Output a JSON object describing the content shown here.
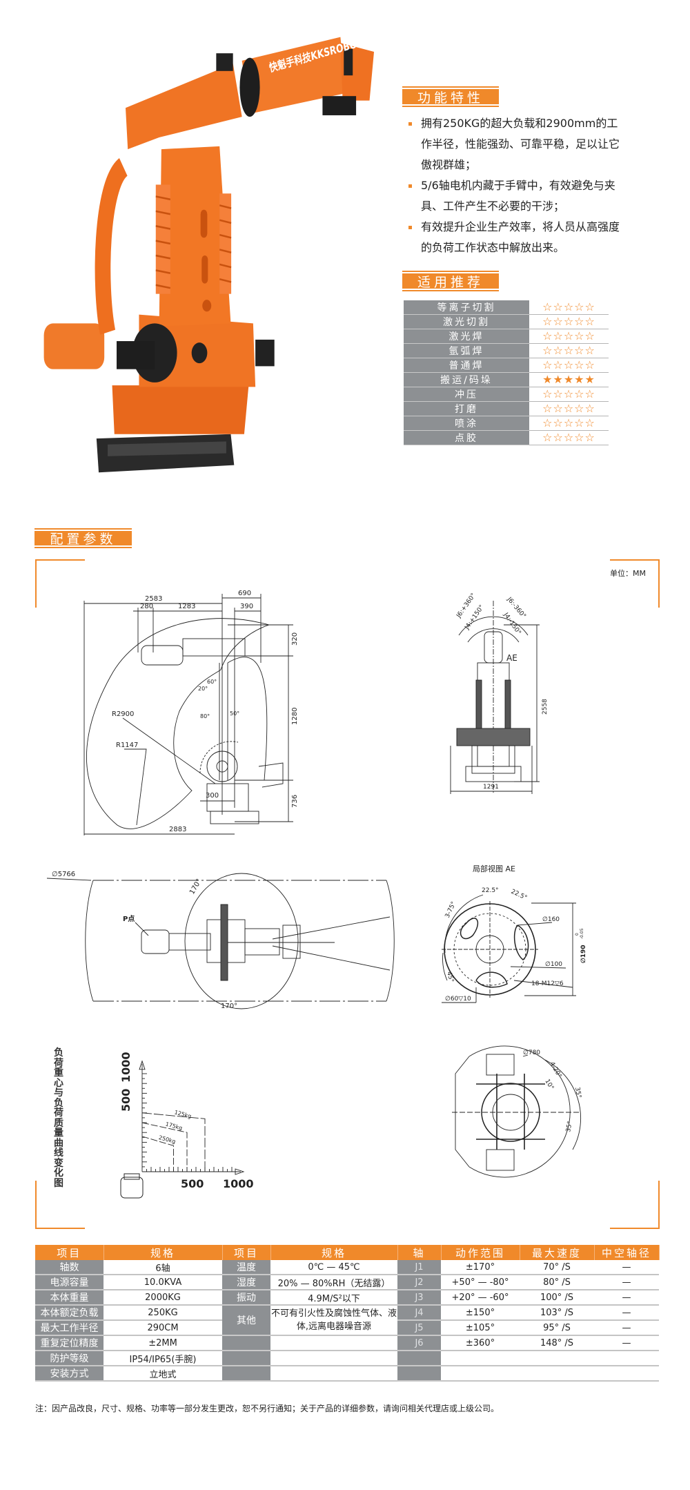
{
  "colors": {
    "accent": "#f0892a",
    "label_gray": "#8d9093"
  },
  "hero": {
    "logo_text": "快魁手科技KKSROBOT"
  },
  "features": {
    "title": "功能特性",
    "items": [
      "拥有250KG的超大负载和2900mm的工作半径，性能强劲、可靠平稳，足以让它傲视群雄；",
      "5/6轴电机内藏于手臂中，有效避免与夹具、工件产生不必要的干涉；",
      "有效提升企业生产效率，将人员从高强度的负荷工作状态中解放出来。"
    ]
  },
  "recommend": {
    "title": "适用推荐",
    "max_stars": 5,
    "rows": [
      {
        "label": "等离子切割",
        "stars": 0,
        "display": "☆☆☆☆☆"
      },
      {
        "label": "激光切割",
        "stars": 0,
        "display": "☆☆☆☆☆"
      },
      {
        "label": "激光焊",
        "stars": 0,
        "display": "☆☆☆☆☆"
      },
      {
        "label": "氩弧焊",
        "stars": 0,
        "display": "☆☆☆☆☆"
      },
      {
        "label": "普通焊",
        "stars": 0,
        "display": "☆☆☆☆☆"
      },
      {
        "label": "搬运/码垛",
        "stars": 5,
        "display": "★★★★★"
      },
      {
        "label": "冲压",
        "stars": 0,
        "display": "☆☆☆☆☆"
      },
      {
        "label": "打磨",
        "stars": 0,
        "display": "☆☆☆☆☆"
      },
      {
        "label": "喷涂",
        "stars": 0,
        "display": "☆☆☆☆☆"
      },
      {
        "label": "点胶",
        "stars": 0,
        "display": "☆☆☆☆☆"
      }
    ]
  },
  "config": {
    "title": "配置参数",
    "unit": "单位：MM",
    "side_view": {
      "d2583": "2583",
      "d690": "690",
      "d280": "280",
      "d1283": "1283",
      "d390": "390",
      "d320": "320",
      "d1280": "1280",
      "d736": "736",
      "d300": "300",
      "d2883": "2883",
      "r2900": "R2900",
      "r1147": "R1147",
      "a60": "60°",
      "a20": "20°",
      "a80": "80°",
      "a50": "50°"
    },
    "front_view": {
      "j6p": "J6:+360°",
      "j6m": "J6:-360°",
      "j4p": "J4:+150°",
      "j4m": "J4:-150°",
      "ae": "AE",
      "d2558": "2558",
      "d1291": "1291"
    },
    "top_view": {
      "d5766": "∅5766",
      "p_point": "P点",
      "a170_top": "170°",
      "a170_bottom": "170°"
    },
    "flange_view": {
      "title": "局部视图 AE",
      "a22_1": "22.5°",
      "a22_2": "22.5°",
      "a375": "3-75°",
      "a45": "45°",
      "d160": "∅160",
      "d100": "∅100",
      "m12": "18-M12▽6",
      "d60": "∅60▽10",
      "d190": "∅190",
      "tol_upper": "0",
      "tol_lower": "-0.05"
    },
    "base_view": {
      "d780": "∅780",
      "a420": "4-20°",
      "a10": "10°",
      "a35_1": "35°",
      "a35_2": "35°"
    },
    "load_chart": {
      "title": "负荷重心与负荷质量曲线变化图",
      "y_ticks": [
        "500",
        "1000"
      ],
      "x_ticks": [
        "500",
        "1000"
      ],
      "xlim": [
        0,
        1100
      ],
      "ylim": [
        0,
        1100
      ],
      "series": [
        {
          "name": "125kg",
          "points": [
            [
              0,
              600
            ],
            [
              700,
              540
            ]
          ]
        },
        {
          "name": "175kg",
          "points": [
            [
              0,
              500
            ],
            [
              500,
              400
            ]
          ]
        },
        {
          "name": "250kg",
          "points": [
            [
              0,
              360
            ],
            [
              350,
              265
            ]
          ]
        }
      ]
    }
  },
  "spec_table": {
    "headers": [
      "项目",
      "规格",
      "项目",
      "规格",
      "轴",
      "动作范围",
      "最大速度",
      "中空轴径"
    ],
    "left": [
      {
        "item": "轴数",
        "value": "6轴"
      },
      {
        "item": "电源容量",
        "value": "10.0KVA"
      },
      {
        "item": "本体重量",
        "value": "2000KG"
      },
      {
        "item": "本体额定负载",
        "value": "250KG"
      },
      {
        "item": "最大工作半径",
        "value": "290CM"
      },
      {
        "item": "重复定位精度",
        "value": "±2MM"
      },
      {
        "item": "防护等级",
        "value": "IP54/IP65(手腕)"
      },
      {
        "item": "安装方式",
        "value": "立地式"
      }
    ],
    "env": [
      {
        "item": "温度",
        "value": "0℃ — 45℃"
      },
      {
        "item": "湿度",
        "value": "20% — 80%RH（无结露）"
      },
      {
        "item": "振动",
        "value": "4.9M/S²以下"
      },
      {
        "item": "其他",
        "value": "不可有引火性及腐蚀性气体、液体,远离电器噪音源"
      }
    ],
    "axes": [
      {
        "axis": "J1",
        "range": "±170°",
        "speed": "70° /S",
        "hollow": "—"
      },
      {
        "axis": "J2",
        "range": "+50° — -80°",
        "speed": "80° /S",
        "hollow": "—"
      },
      {
        "axis": "J3",
        "range": "+20° — -60°",
        "speed": "100° /S",
        "hollow": "—"
      },
      {
        "axis": "J4",
        "range": "±150°",
        "speed": "103° /S",
        "hollow": "—"
      },
      {
        "axis": "J5",
        "range": "±105°",
        "speed": "95° /S",
        "hollow": "—"
      },
      {
        "axis": "J6",
        "range": "±360°",
        "speed": "148° /S",
        "hollow": "—"
      }
    ]
  },
  "note": "注：因产品改良，尺寸、规格、功率等一部分发生更改，恕不另行通知；关于产品的详细参数，请询问相关代理店或上级公司。"
}
